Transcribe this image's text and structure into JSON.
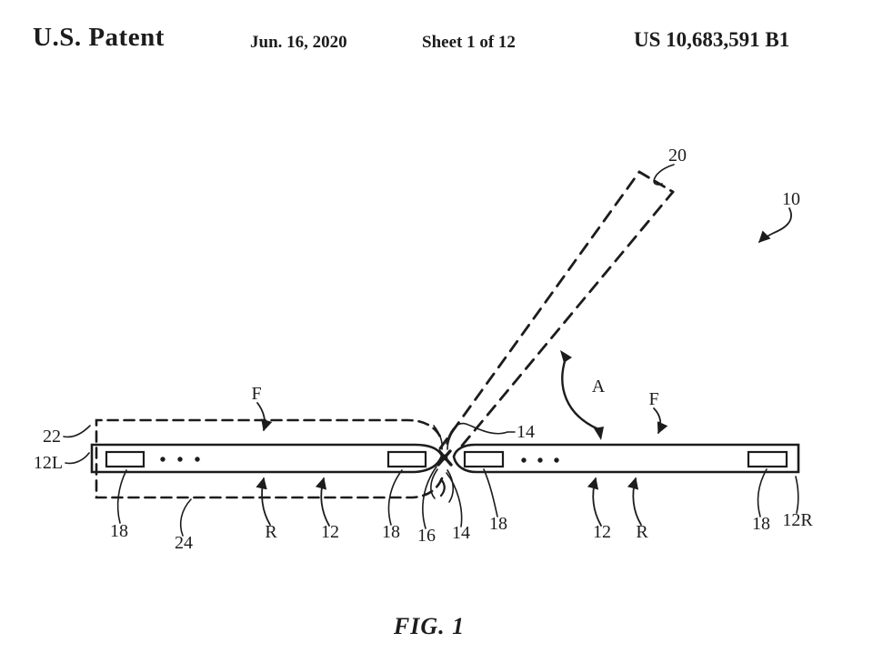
{
  "header": {
    "title": "U.S. Patent",
    "date": "Jun. 16, 2020",
    "sheet": "Sheet 1 of 12",
    "patent_number": "US 10,683,591 B1"
  },
  "figure": {
    "caption": "FIG. 1",
    "labels": {
      "ref20": "20",
      "ref10": "10",
      "angle_a": "A",
      "force_left": "F",
      "force_right": "F",
      "ref14_top": "14",
      "ref22": "22",
      "ref12L": "12L",
      "ref18_a": "18",
      "ref24": "24",
      "refR_left": "R",
      "ref12_left": "12",
      "ref18_b": "18",
      "ref16": "16",
      "ref14_bottom": "14",
      "ref18_c": "18",
      "ref12_right": "12",
      "refR_right": "R",
      "ref18_d": "18",
      "ref12R": "12R"
    }
  },
  "colors": {
    "ink": "#1c1c1c",
    "paper": "#ffffff"
  }
}
